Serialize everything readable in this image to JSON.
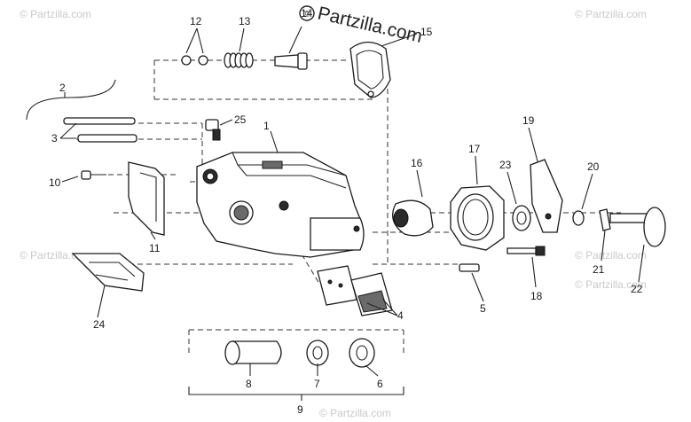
{
  "brand": {
    "text": "Partzilla.com",
    "icon": "copyright-circle-icon"
  },
  "watermarks": [
    "© Partzilla.com",
    "© Partzilla.com",
    "© Partzilla.com",
    "© Partzilla.com",
    "© Partzilla.com",
    "© Partzilla.com"
  ],
  "callouts": [
    "1",
    "2",
    "3",
    "4",
    "5",
    "6",
    "7",
    "8",
    "9",
    "10",
    "11",
    "12",
    "13",
    "14",
    "15",
    "16",
    "17",
    "18",
    "19",
    "20",
    "21",
    "22",
    "23",
    "24",
    "25"
  ],
  "colors": {
    "ink": "#1a1a1a",
    "watermark": "#c9c9c9",
    "paper": "#ffffff"
  }
}
